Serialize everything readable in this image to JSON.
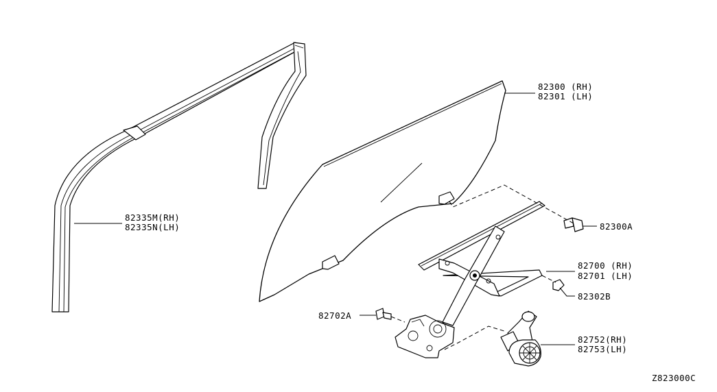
{
  "diagram_id": "Z823000C",
  "callouts": [
    {
      "id": "glass",
      "lines": [
        "82300 (RH)",
        "82301 (LH)"
      ]
    },
    {
      "id": "sash",
      "lines": [
        "82335M(RH)",
        "82335N(LH)"
      ]
    },
    {
      "id": "bolt",
      "lines": [
        "82300A"
      ]
    },
    {
      "id": "regulator",
      "lines": [
        "82700 (RH)",
        "82701 (LH)"
      ]
    },
    {
      "id": "clip",
      "lines": [
        "82302B"
      ]
    },
    {
      "id": "screw",
      "lines": [
        "82702A"
      ]
    },
    {
      "id": "motor",
      "lines": [
        "82752(RH)",
        "82753(LH)"
      ]
    }
  ]
}
